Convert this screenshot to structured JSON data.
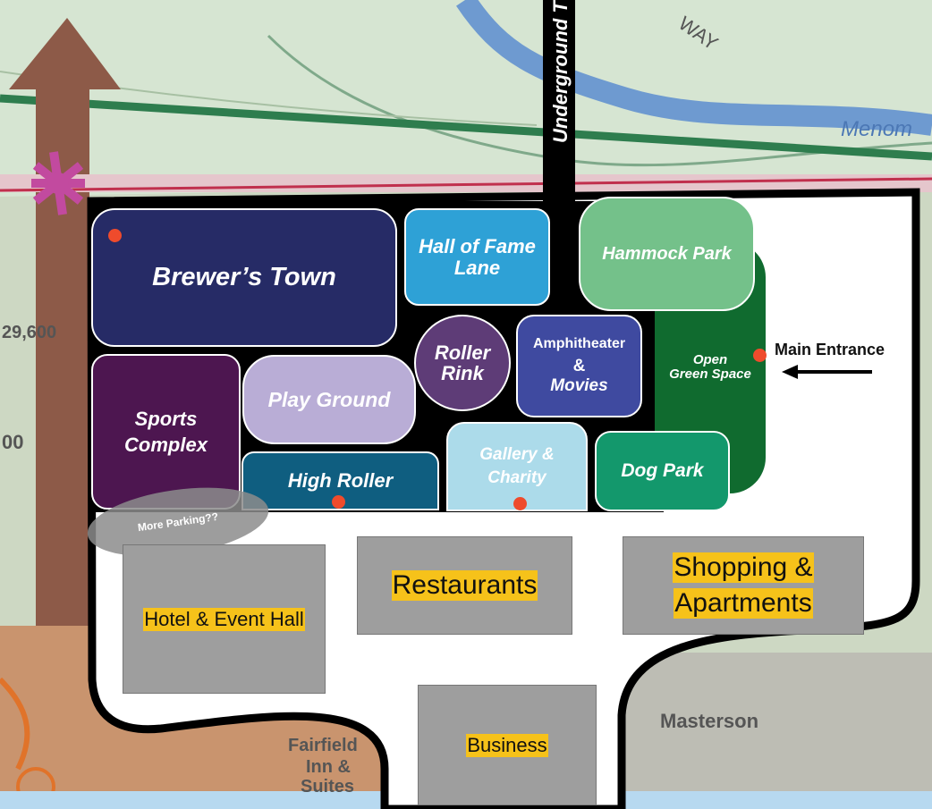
{
  "colors": {
    "brewers_town": "#262b66",
    "hall_of_fame": "#2ea1d6",
    "hammock_park": "#74c18a",
    "open_green": "#106b2f",
    "sports": "#4d1650",
    "playground": "#b9add6",
    "roller_rink": "#5e3c77",
    "amphitheater": "#3f4aa0",
    "high_roller": "#0f5e80",
    "gallery": "#acdbea",
    "dog_park": "#13986c",
    "dots": "#ef4b2c",
    "highlight": "#f6c21a"
  },
  "background": {
    "road_label_way": "WAY",
    "road_label_menom": "Menom",
    "underground_label": "Underground T",
    "tick_label_1": "29,600",
    "tick_label_2": "00",
    "masterson_label": "Masterson",
    "fairfield_line1": "Fairfield",
    "fairfield_line2": "Inn &",
    "fairfield_line3": "Suites"
  },
  "zones": {
    "brewers_town": "Brewer’s Town",
    "hall_of_fame_l1": "Hall of Fame",
    "hall_of_fame_l2": "Lane",
    "hammock_park": "Hammock Park",
    "open_green_l1": "Open",
    "open_green_l2": "Green Space",
    "sports_l1": "Sports",
    "sports_l2": "Complex",
    "playground": "Play Ground",
    "roller_l1": "Roller",
    "roller_l2": "Rink",
    "amph_l1": "Amphitheater",
    "amph_l2": "&",
    "amph_l3": "Movies",
    "high_roller": "High Roller",
    "gallery_l1": "Gallery &",
    "gallery_l2": "Charity",
    "dog_park": "Dog Park"
  },
  "labels": {
    "main_entrance": "Main Entrance",
    "more_parking": "More Parking??",
    "hotel": "Hotel & Event Hall",
    "restaurants": "Restaurants",
    "shopping_l1": "Shopping &",
    "shopping_l2": "Apartments",
    "business": "Business"
  }
}
